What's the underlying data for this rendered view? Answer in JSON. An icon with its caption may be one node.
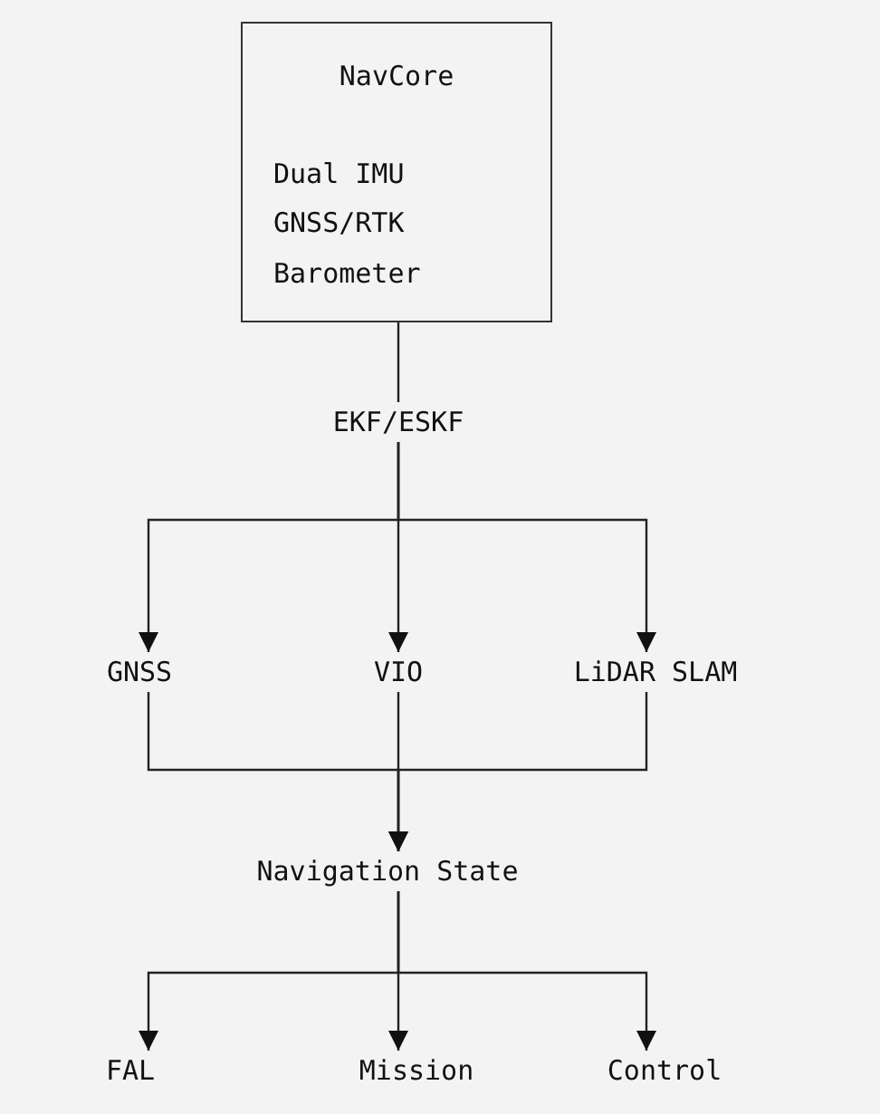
{
  "diagram": {
    "nodes": [
      {
        "text": [
          "NavCore",
          "Dual IMU",
          "GNSS/RTK",
          "Barometer"
        ]
      },
      {
        "text": [
          "EKF/ESKF"
        ]
      },
      {
        "text": [
          "GNSS"
        ]
      },
      {
        "text": [
          "VIO"
        ]
      },
      {
        "text": [
          "LiDAR SLAM"
        ]
      },
      {
        "text": [
          "Navigation State"
        ]
      },
      {
        "text": [
          "FAL"
        ]
      },
      {
        "text": [
          "Mission"
        ]
      },
      {
        "text": [
          "Control"
        ]
      }
    ],
    "edges": [
      {
        "from": 0,
        "to": 1,
        "arrow": "none"
      },
      {
        "from": 1,
        "to": 2,
        "arrow": "to"
      },
      {
        "from": 1,
        "to": 3,
        "arrow": "to"
      },
      {
        "from": 1,
        "to": 4,
        "arrow": "to"
      },
      {
        "from": 2,
        "to": 5,
        "arrow": "to"
      },
      {
        "from": 3,
        "to": 5,
        "arrow": "to"
      },
      {
        "from": 4,
        "to": 5,
        "arrow": "to"
      },
      {
        "from": 5,
        "to": 6,
        "arrow": "to"
      },
      {
        "from": 5,
        "to": 7,
        "arrow": "to"
      },
      {
        "from": 5,
        "to": 8,
        "arrow": "to"
      }
    ]
  }
}
